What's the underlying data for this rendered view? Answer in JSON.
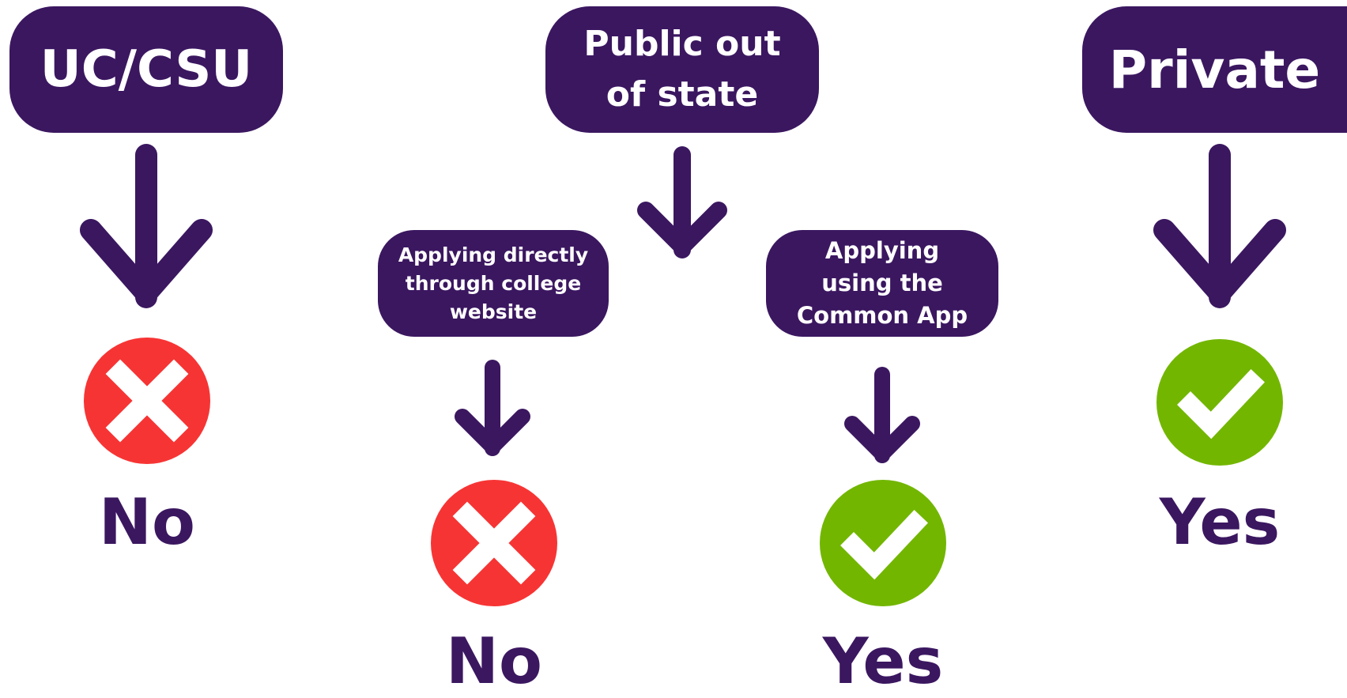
{
  "categories": {
    "uc_csu": {
      "label": "UC/CSU",
      "result": "No"
    },
    "public_out_of_state": {
      "label_line1": "Public out",
      "label_line2": "of state",
      "options": {
        "direct": {
          "label_line1": "Applying directly",
          "label_line2": "through college",
          "label_line3": "website",
          "result": "No"
        },
        "common_app": {
          "label_line1": "Applying",
          "label_line2": "using the",
          "label_line3": "Common App",
          "result": "Yes"
        }
      }
    },
    "private": {
      "label": "Private",
      "result": "Yes"
    }
  },
  "colors": {
    "pill": "#3b1760",
    "no": "#f73434",
    "yes": "#72b600"
  },
  "icons": {
    "no": "x-icon",
    "yes": "check-icon"
  }
}
